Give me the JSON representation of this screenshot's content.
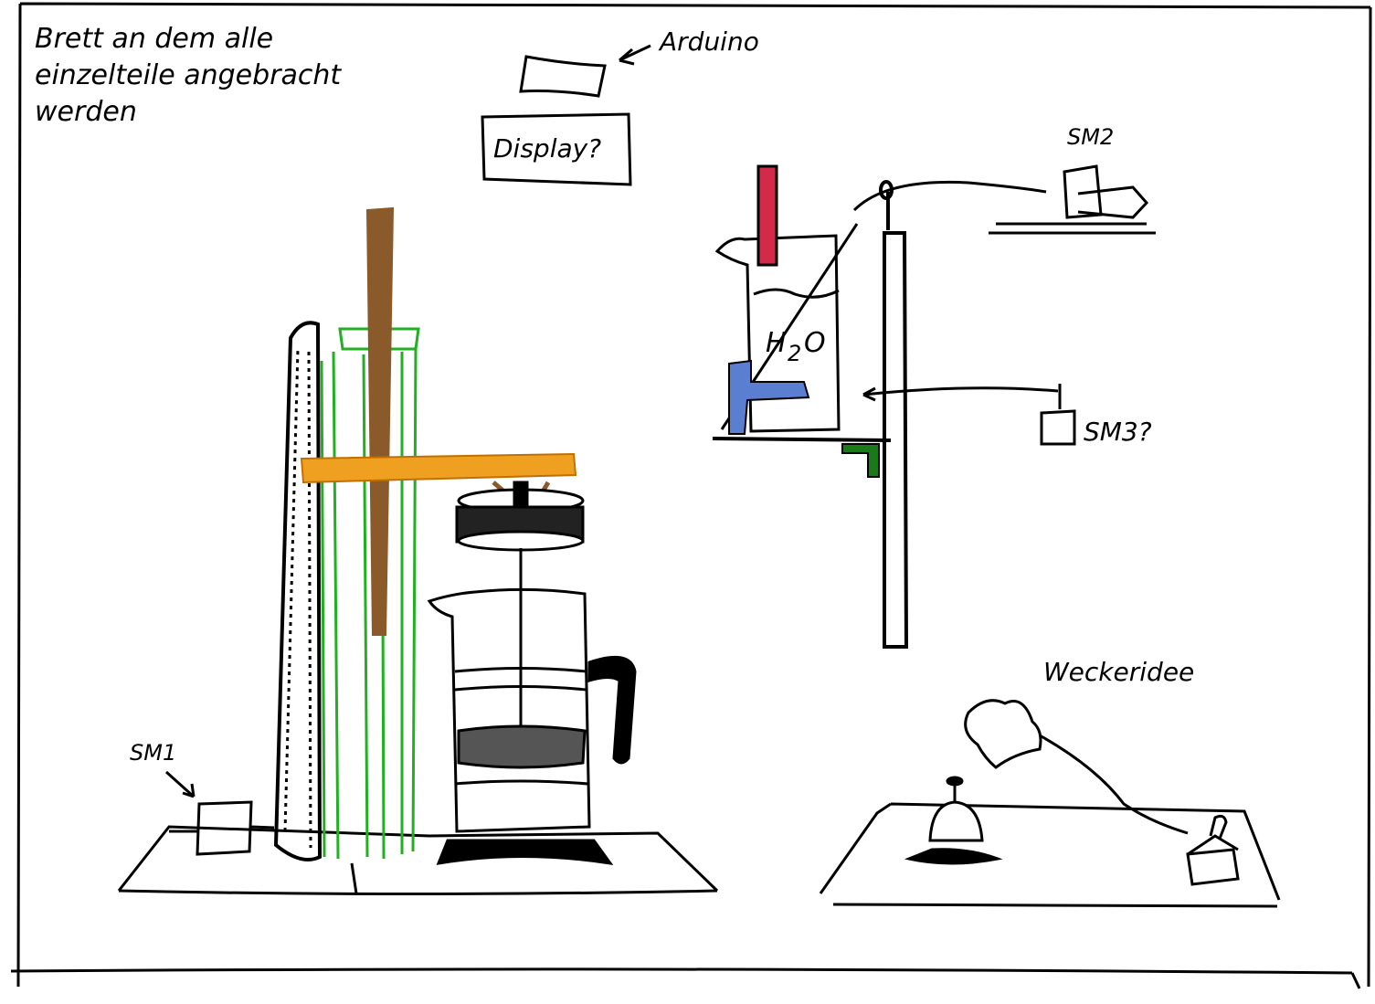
{
  "notes": {
    "board_line1": "Brett an dem alle",
    "board_line2": "einzelteile angebracht",
    "board_line3": "werden"
  },
  "labels": {
    "arduino": "Arduino",
    "display": "Display?",
    "sm1": "SM1",
    "sm2": "SM2",
    "sm3": "SM3?",
    "water": "H2O",
    "water_main": "H",
    "water_sub": "2",
    "water_end": "O",
    "alarm_idea": "Weckeridee"
  },
  "colors": {
    "ink": "#000000",
    "rod_brown": "#8b5a2b",
    "arm_orange": "#f0a020",
    "tube_green": "#22b022",
    "thermo_red": "#d42a4a",
    "valve_blue": "#5b7fd0",
    "bracket_green": "#1a7a1a"
  }
}
